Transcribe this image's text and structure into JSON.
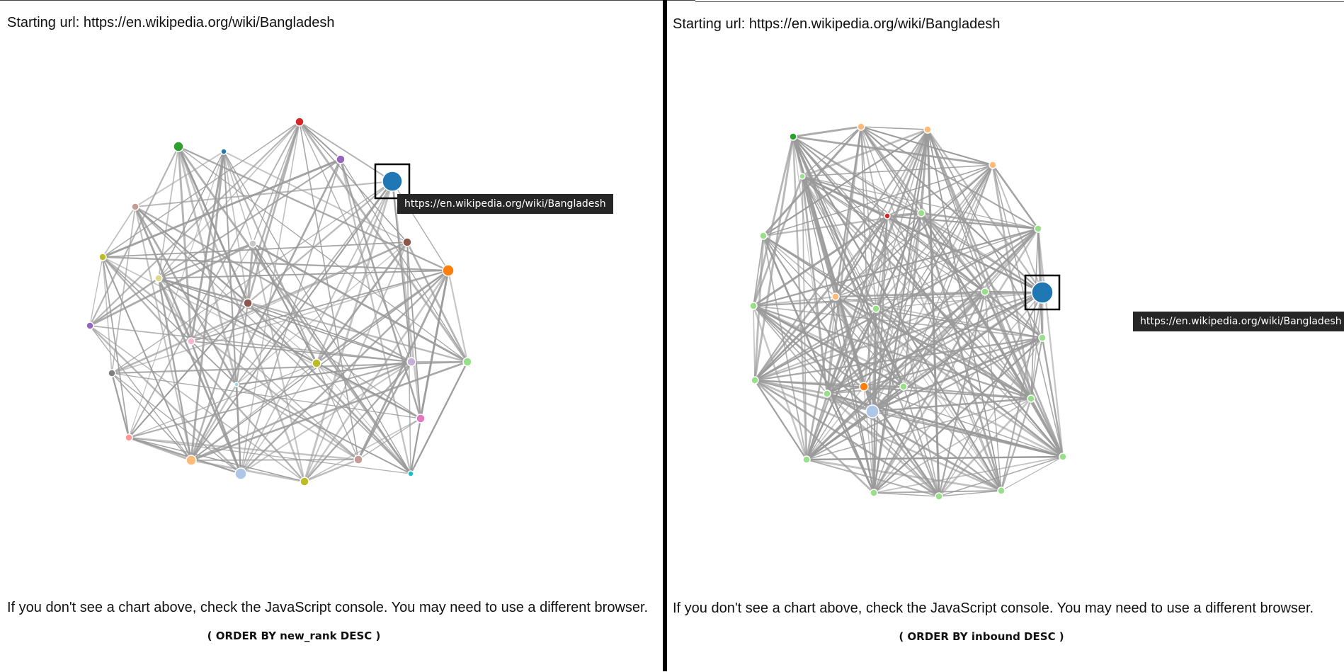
{
  "panels": [
    {
      "starting_url_label": "Starting url: https://en.wikipedia.org/wiki/Bangladesh",
      "tooltip_text": "https://en.wikipedia.org/wiki/Bangladesh",
      "warning_text": "If you don't see a chart above, check the JavaScript console. You may need to use a different browser.",
      "order_caption": "( ORDER BY new_rank DESC )"
    },
    {
      "starting_url_label": "Starting url: https://en.wikipedia.org/wiki/Bangladesh",
      "tooltip_text": "https://en.wikipedia.org/wiki/Bangladesh",
      "warning_text": "If you don't see a chart above, check the JavaScript console. You may need to use a different browser.",
      "order_caption": "( ORDER BY inbound DESC )"
    }
  ],
  "colors": {
    "edge": "#9a9a9a",
    "selected_node": "#1f77b4",
    "tooltip_bg": "#262626",
    "divider": "#000000"
  }
}
